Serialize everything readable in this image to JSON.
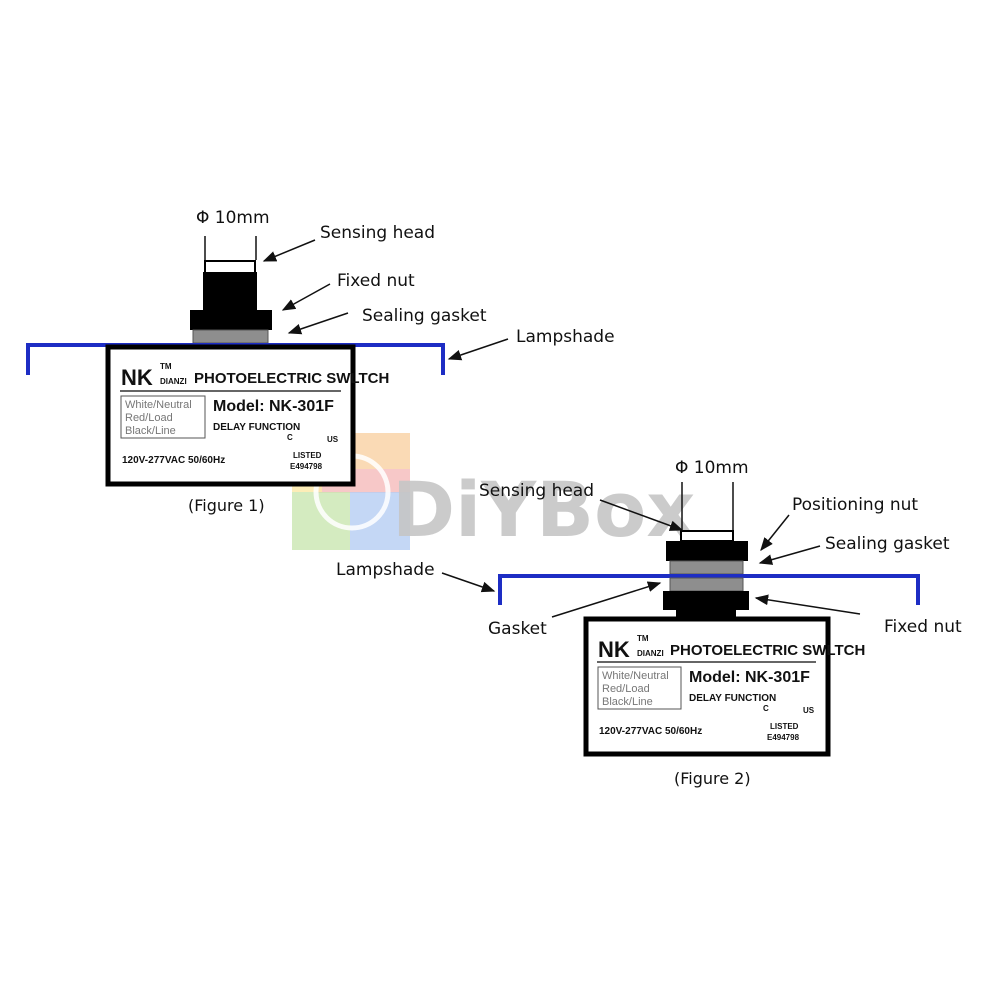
{
  "watermark": {
    "text": "DiYBox",
    "colors": {
      "red": "#f4b6b6",
      "yellow": "#fde9a5",
      "green": "#c9e6b0",
      "blue": "#b5cdf2",
      "text": "#c6c6c6"
    }
  },
  "colors": {
    "lampshade": "#1d2dc4",
    "arrow": "#111111",
    "device": "#000000",
    "gasket": "#8e8e8e"
  },
  "label": {
    "logo": "NK",
    "tm": "TM",
    "brand_sub": "DIANZI",
    "title": "PHOTOELECTRIC SWLTCH",
    "wire_lines": [
      "White/Neutral",
      "Red/Load",
      "Black/Line"
    ],
    "model": "Model:  NK-301F",
    "function": "DELAY FUNCTION",
    "voltage": "120V-277VAC 50/60Hz",
    "cert_c": "C",
    "cert_us": "US",
    "listed": "LISTED",
    "listing_no": "E494798"
  },
  "figure1": {
    "diameter": "Φ 10mm",
    "sensing_head": "Sensing head",
    "fixed_nut": "Fixed nut",
    "sealing_gasket": "Sealing gasket",
    "lampshade": "Lampshade",
    "caption": "(Figure 1)"
  },
  "figure2": {
    "diameter": "Φ 10mm",
    "sensing_head": "Sensing head",
    "positioning_nut": "Positioning nut",
    "sealing_gasket": "Sealing gasket",
    "lampshade": "Lampshade",
    "gasket": "Gasket",
    "fixed_nut": "Fixed nut",
    "caption": "(Figure 2)"
  }
}
